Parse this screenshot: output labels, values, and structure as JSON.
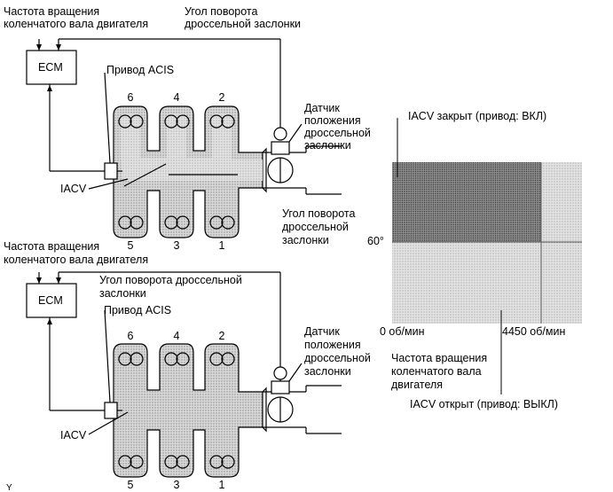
{
  "top": {
    "crank_speed_label_line1": "Частота вращения",
    "crank_speed_label_line2": "коленчатого вала двигателя",
    "throttle_angle_top_label": "Угол поворота",
    "throttle_angle_top_label_line2": "дроссельной заслонки",
    "ecm_label": "ECM",
    "acis_actuator_label": "Привод ACIS",
    "throttle_sensor_line1": "Датчик",
    "throttle_sensor_line2": "положения",
    "throttle_sensor_line3": "дроссельной",
    "throttle_sensor_line4": "заслонки",
    "iacv_label": "IACV",
    "throttle_angle_bottom_line1": "Угол поворота",
    "throttle_angle_bottom_line2": "дроссельной",
    "throttle_angle_bottom_line3": "заслонки",
    "cylinders_top": [
      "6",
      "4",
      "2"
    ],
    "cylinders_bottom": [
      "5",
      "3",
      "1"
    ]
  },
  "bottom": {
    "crank_speed_label_line1": "Частота вращения",
    "crank_speed_label_line2": "коленчатого вала двигателя",
    "throttle_angle_label_line1": "Угол поворота дроссельной",
    "throttle_angle_label_line2": "заслонки",
    "ecm_label": "ECM",
    "acis_actuator_label": "Привод ACIS",
    "throttle_sensor_line1": "Датчик",
    "throttle_sensor_line2": "положения",
    "throttle_sensor_line3": "дроссельной",
    "throttle_sensor_line4": "заслонки",
    "iacv_label": "IACV",
    "cylinders_top": [
      "6",
      "4",
      "2"
    ],
    "cylinders_bottom": [
      "5",
      "3",
      "1"
    ]
  },
  "graph": {
    "closed_label": "IACV закрыт (привод: ВКЛ)",
    "open_label": "IACV открыт (привод: ВЫКЛ)",
    "angle_tick": "60°",
    "rpm_tick_zero": "0 об/мин",
    "rpm_tick_max": "4450 об/мин",
    "x_axis_line1": "Частота вращения",
    "x_axis_line2": "коленчатого вала",
    "x_axis_line3": "двигателя"
  },
  "corner_mark": "Y"
}
